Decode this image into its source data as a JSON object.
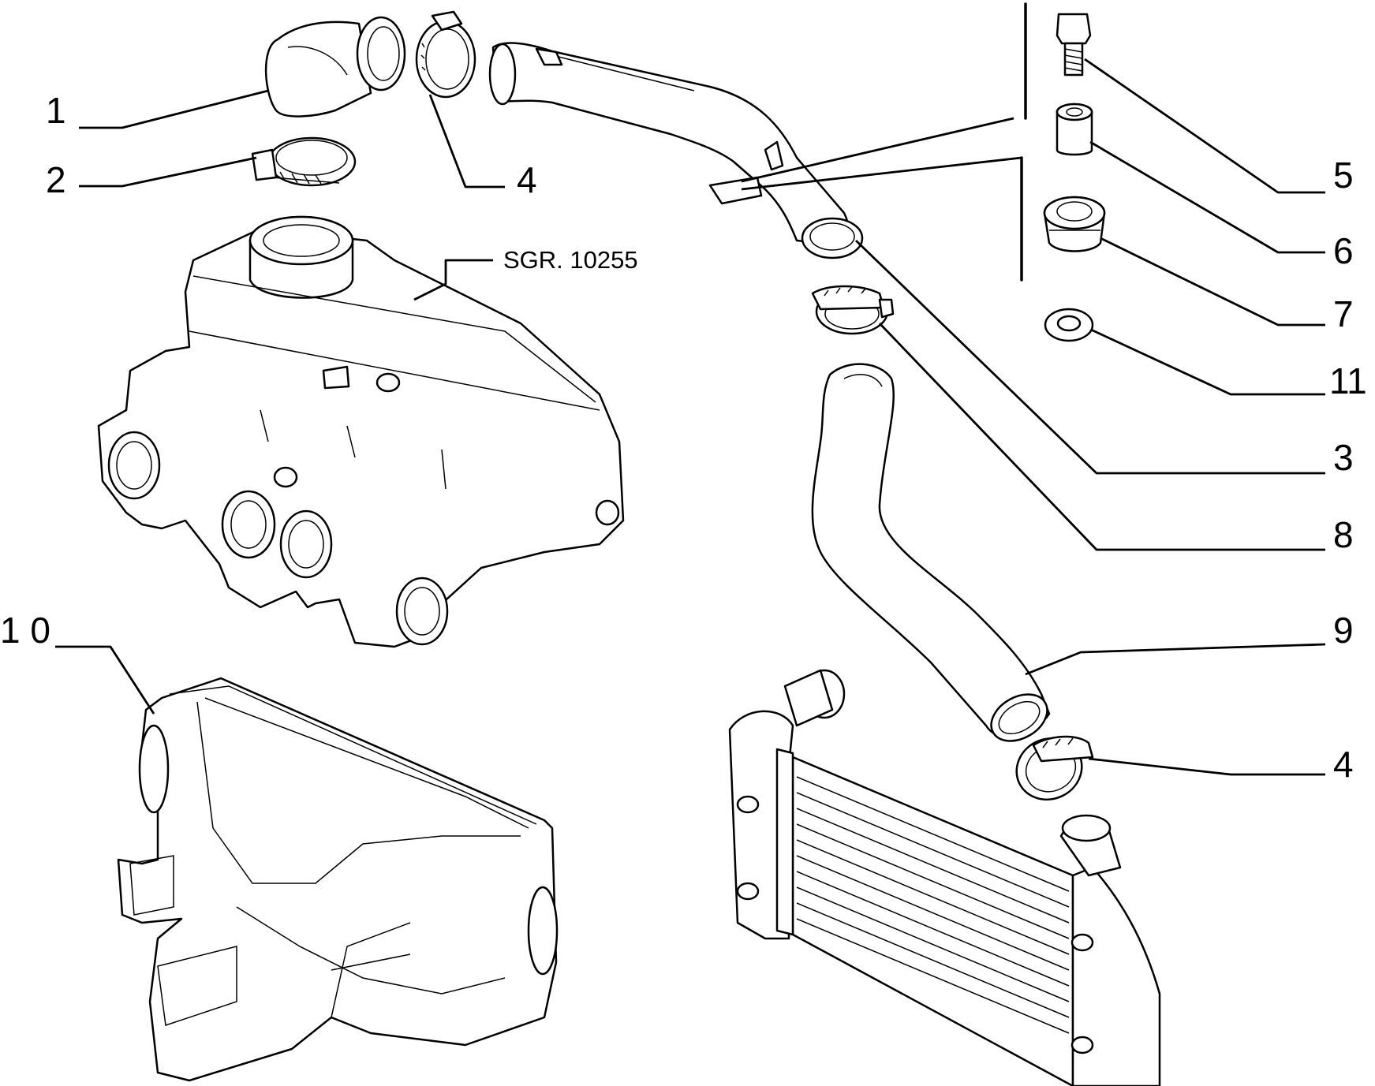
{
  "diagram": {
    "reference_label": "SGR. 10255",
    "callouts": [
      {
        "id": "c1",
        "text": "1"
      },
      {
        "id": "c2",
        "text": "2"
      },
      {
        "id": "c4a",
        "text": "4"
      },
      {
        "id": "c5",
        "text": "5"
      },
      {
        "id": "c6",
        "text": "6"
      },
      {
        "id": "c7",
        "text": "7"
      },
      {
        "id": "c11",
        "text": "11"
      },
      {
        "id": "c3",
        "text": "3"
      },
      {
        "id": "c8",
        "text": "8"
      },
      {
        "id": "c10",
        "text": "1 0"
      },
      {
        "id": "c9",
        "text": "9"
      },
      {
        "id": "c4b",
        "text": "4"
      }
    ]
  }
}
